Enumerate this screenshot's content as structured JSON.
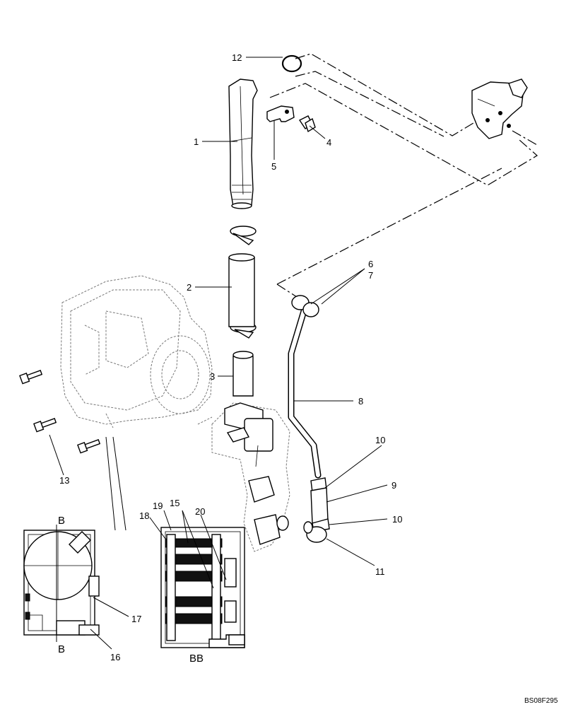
{
  "diagram": {
    "callouts": {
      "c1": "1",
      "c2": "2",
      "c3": "3",
      "c4": "4",
      "c5": "5",
      "c6": "6",
      "c7": "7",
      "c8": "8",
      "c9": "9",
      "c10a": "10",
      "c10b": "10",
      "c11": "11",
      "c12": "12",
      "c13": "13",
      "c15": "15",
      "c16": "16",
      "c17": "17",
      "c18": "18",
      "c19": "19",
      "c20": "20"
    },
    "section_labels": {
      "b_top": "B",
      "b_bottom": "B",
      "bb": "BB"
    },
    "figure_code": "BS08F295",
    "colors": {
      "line": "#000000",
      "ghost": "#777777",
      "background": "#ffffff"
    }
  }
}
